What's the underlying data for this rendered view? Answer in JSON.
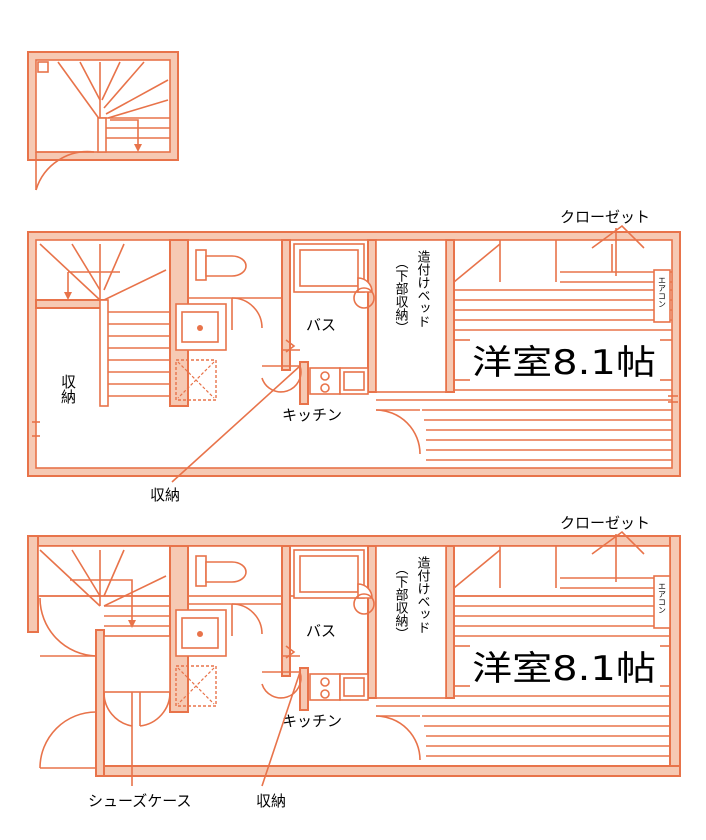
{
  "colors": {
    "line": "#e8734a",
    "wall_fill": "#f6c9b3",
    "text": "#000000",
    "background": "#ffffff"
  },
  "plan1": {
    "closet_label": "クローゼット",
    "aircon_label": "エアコン",
    "bath_label": "バス",
    "kitchen_label": "キッチン",
    "bed_label_top": "造付けベッド",
    "bed_label_sub": "（下部収納）",
    "room_label": "洋室8.1帖",
    "storage_label": "収納",
    "storage_callout": "収納"
  },
  "plan2": {
    "closet_label": "クローゼット",
    "aircon_label": "エアコン",
    "bath_label": "バス",
    "kitchen_label": "キッチン",
    "bed_label_top": "造付けベッド",
    "bed_label_sub": "（下部収納）",
    "room_label": "洋室8.1帖",
    "shoe_case_label": "シューズケース",
    "storage_callout": "収納"
  },
  "icons": [
    "stair-arrow-icon",
    "toilet-icon",
    "washer-icon",
    "sink-icon",
    "stove-icon",
    "door-swing-icon"
  ]
}
